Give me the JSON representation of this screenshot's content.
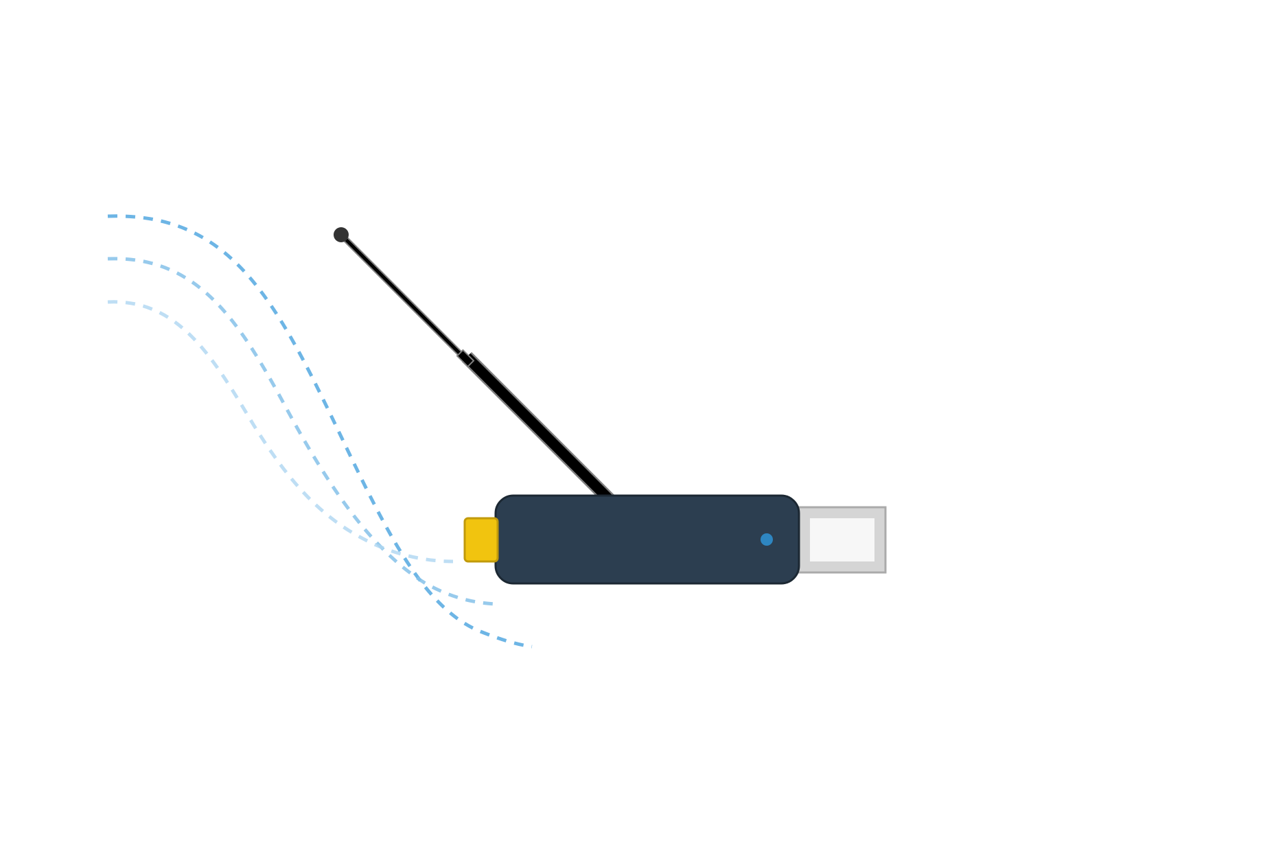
{
  "illustration": {
    "subject": "usb-wifi-adapter",
    "colors": {
      "background": "#ffffff",
      "body": "#2c3e50",
      "body_outline": "#1c2833",
      "antenna": "#000000",
      "antenna_outline": "#808080",
      "antenna_tip": "#333333",
      "led": "#2e86c1",
      "connector_housing": "#d5d5d5",
      "connector_outline": "#aaaaaa",
      "connector_opening": "#f7f7f7",
      "end_cap": "#f1c40f",
      "end_cap_outline": "#c19a0b",
      "signal_wave_1": "#5dade2",
      "signal_wave_2": "#85c1e9",
      "signal_wave_3": "#aed6f1"
    },
    "signal_waves": [
      {
        "name": "signal-wave-outer",
        "opacity": 0.9
      },
      {
        "name": "signal-wave-middle",
        "opacity": 0.85
      },
      {
        "name": "signal-wave-inner",
        "opacity": 0.8
      }
    ]
  }
}
